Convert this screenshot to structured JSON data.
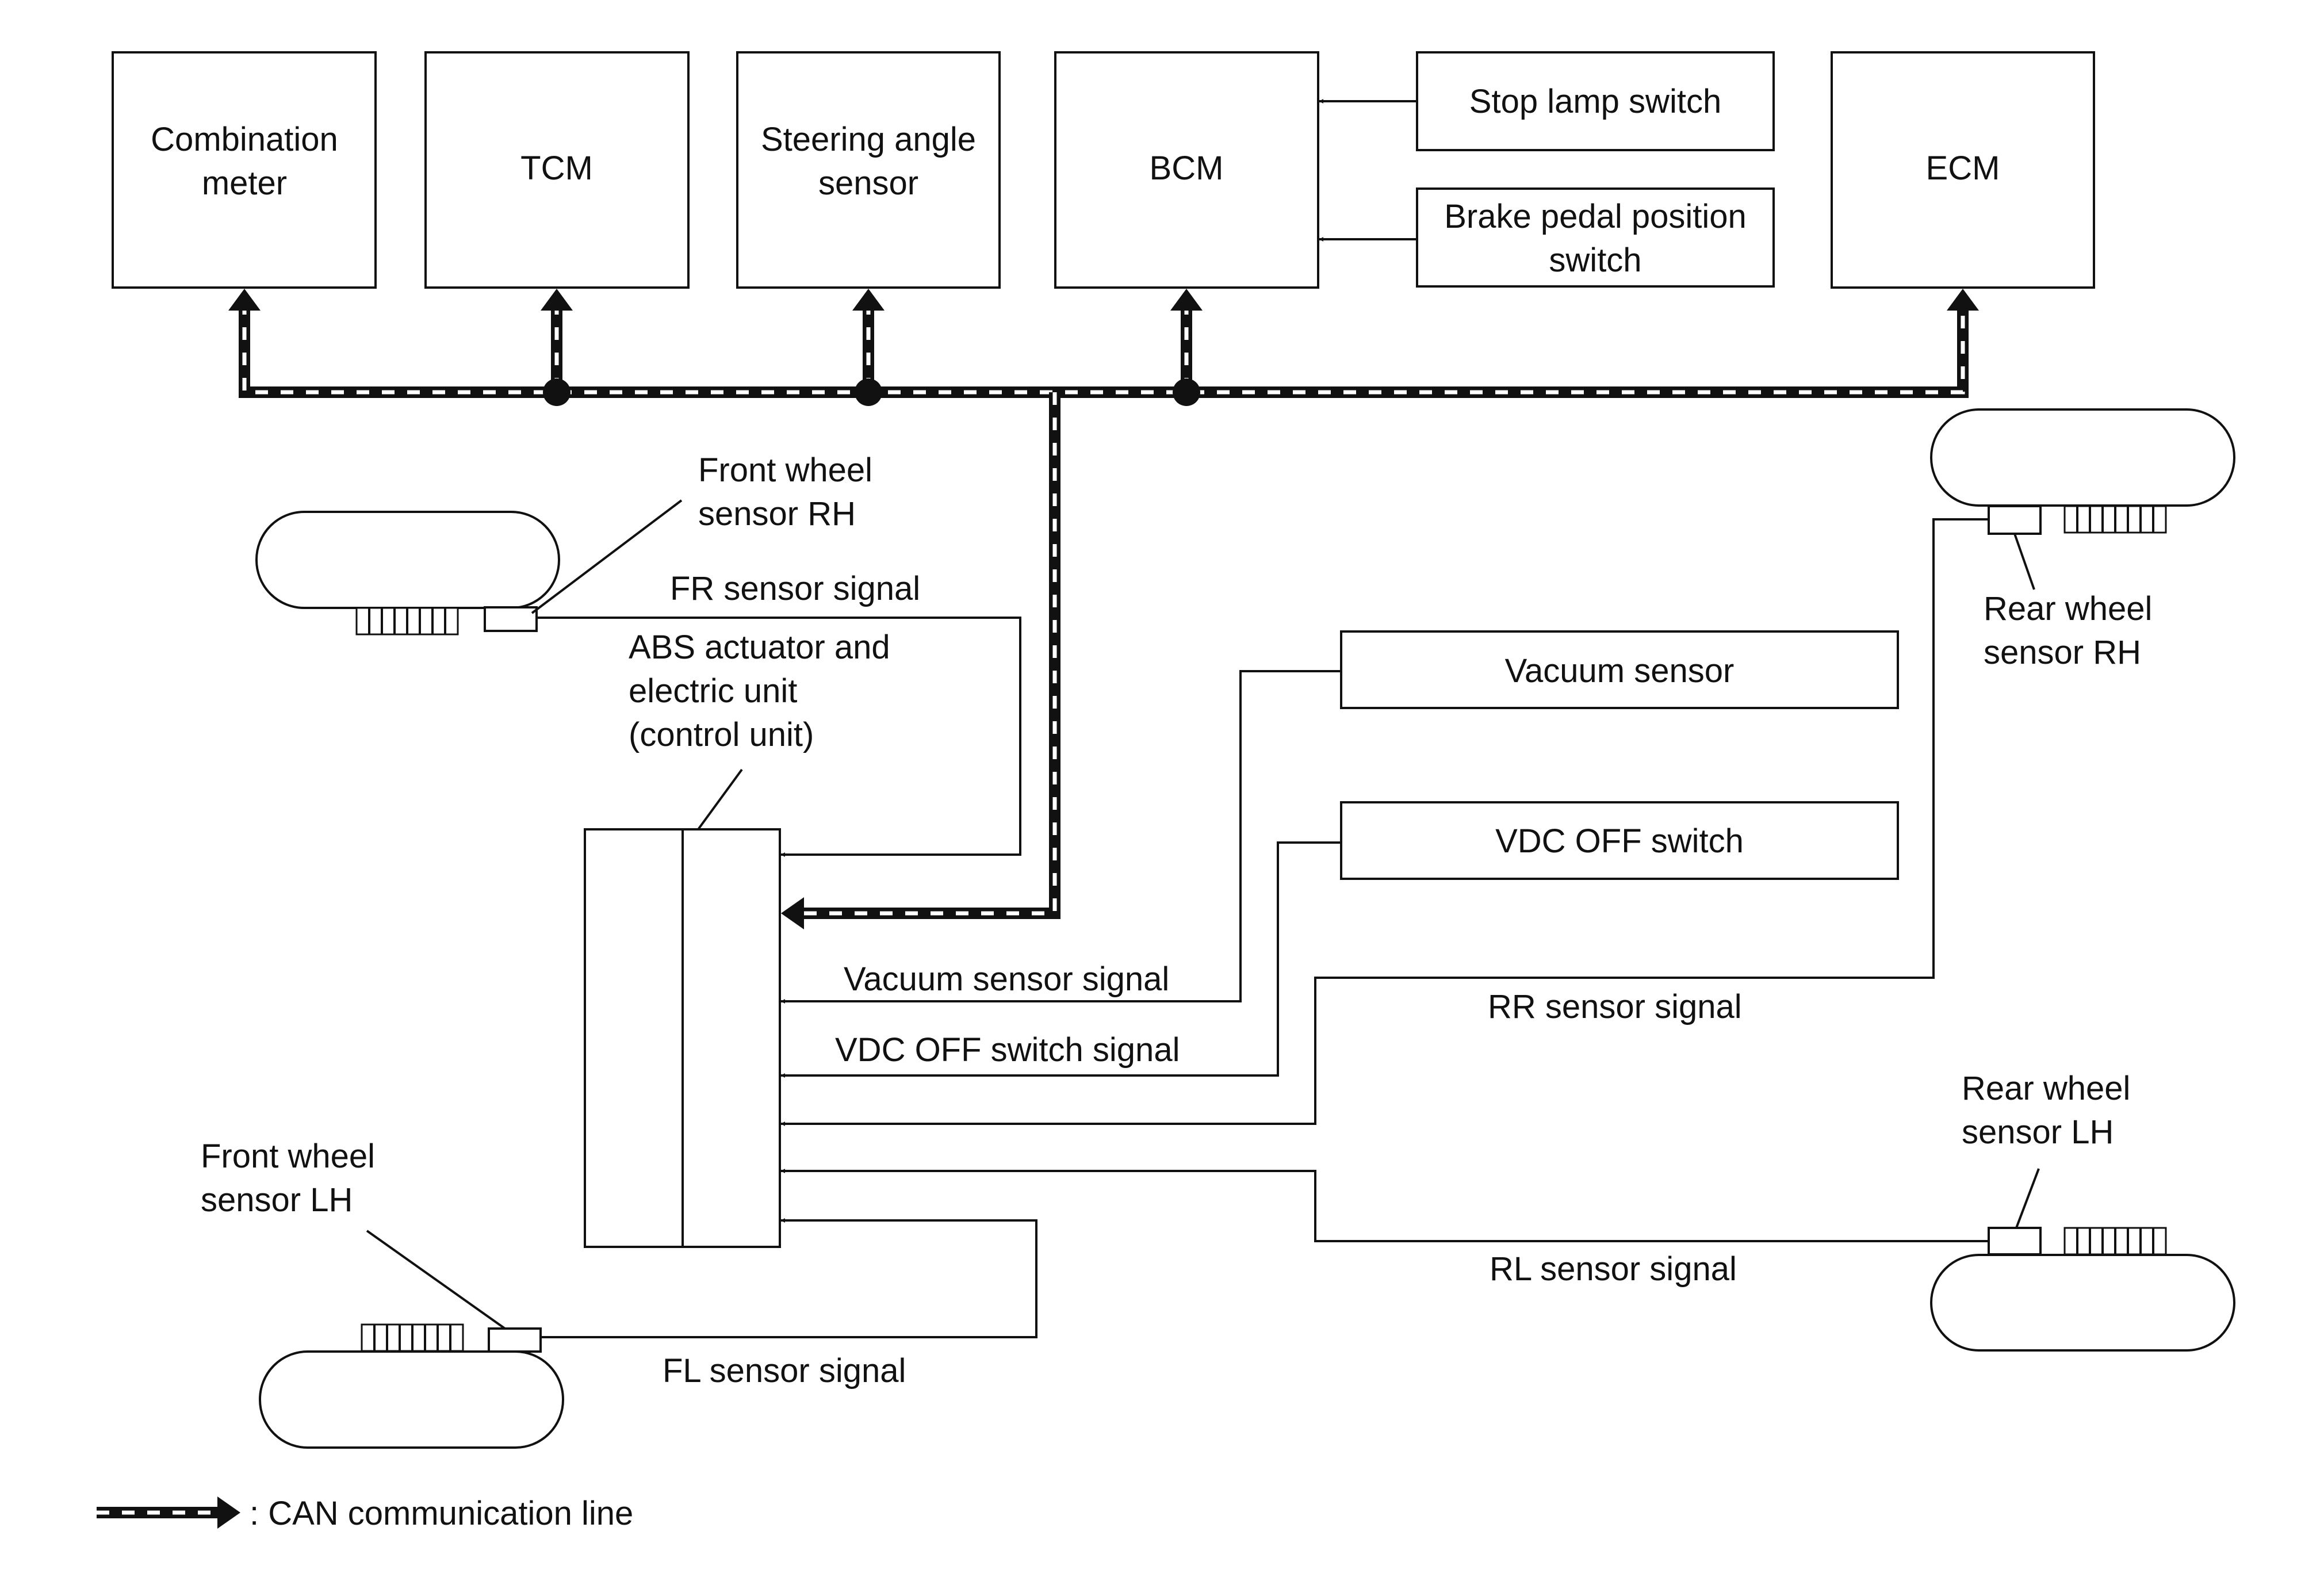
{
  "modules": {
    "combination_meter": "Combination\nmeter",
    "tcm": "TCM",
    "steering_angle_sensor": "Steering angle\nsensor",
    "bcm": "BCM",
    "stop_lamp_switch": "Stop lamp switch",
    "brake_pedal_position_switch": "Brake pedal position\nswitch",
    "ecm": "ECM",
    "vacuum_sensor": "Vacuum sensor",
    "vdc_off_switch": "VDC OFF switch",
    "abs_unit": "ABS actuator and\nelectric unit\n(control unit)"
  },
  "wheel_sensors": {
    "front_rh": "Front wheel\nsensor RH",
    "rear_rh": "Rear wheel\nsensor RH",
    "front_lh": "Front wheel\nsensor LH",
    "rear_lh": "Rear wheel\nsensor LH"
  },
  "signals": {
    "fr": "FR sensor signal",
    "vacuum": "Vacuum sensor signal",
    "vdc_off": "VDC OFF switch signal",
    "rr": "RR sensor signal",
    "rl": "RL sensor signal",
    "fl": "FL sensor signal"
  },
  "legend": {
    "can_line": ": CAN communication line"
  }
}
